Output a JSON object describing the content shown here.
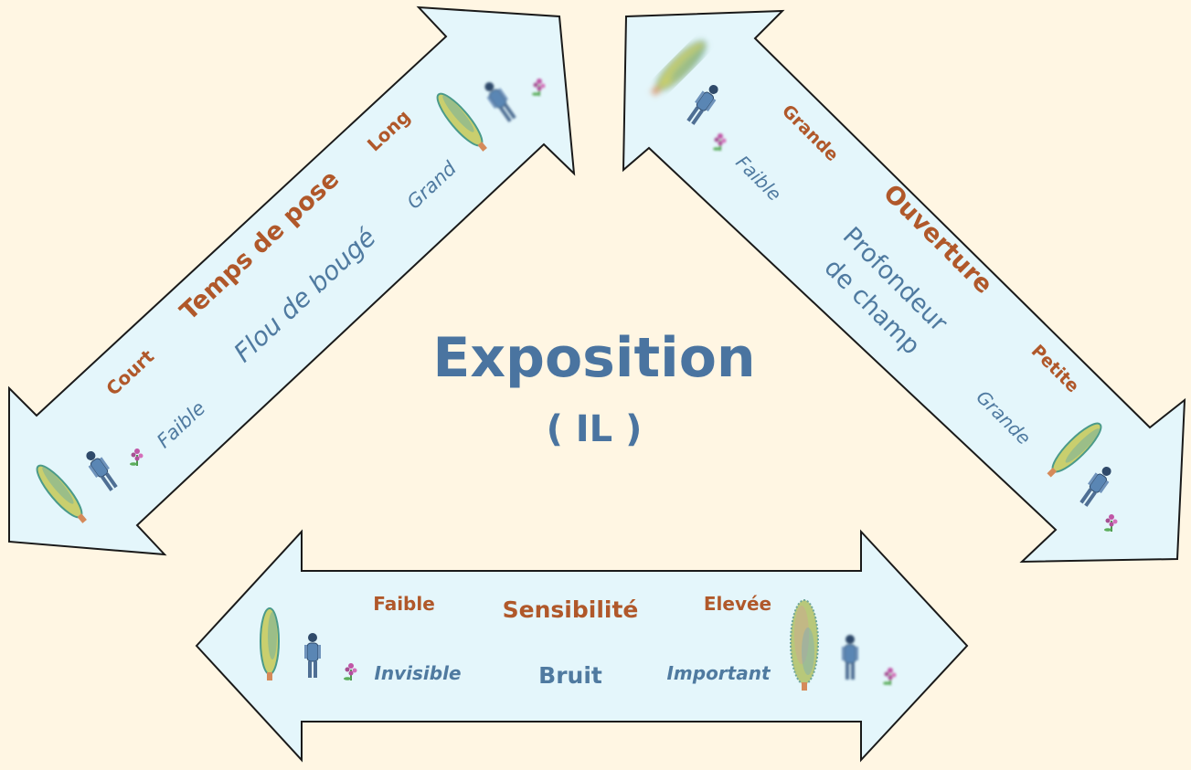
{
  "center": {
    "title": "Exposition",
    "subtitle": "( IL )"
  },
  "shutter": {
    "title": "Temps de pose",
    "low": "Court",
    "high": "Long",
    "effect": "Flou de bougé",
    "effect_low": "Faible",
    "effect_high": "Grand"
  },
  "aperture": {
    "title": "Ouverture",
    "high": "Grande",
    "low": "Petite",
    "effect_line1": "Profondeur",
    "effect_line2": "de champ",
    "effect_high": "Faible",
    "effect_low": "Grande"
  },
  "iso": {
    "title": "Sensibilité",
    "low": "Faible",
    "high": "Elevée",
    "effect": "Bruit",
    "effect_low": "Invisible",
    "effect_high": "Important"
  },
  "colors": {
    "background": "#fff6e3",
    "arrow_fill": "#e4f6fb",
    "orange_text": "#b0582a",
    "blue_text": "#4f7aa0"
  },
  "icons": [
    "tree-icon",
    "person-icon",
    "flower-icon"
  ]
}
